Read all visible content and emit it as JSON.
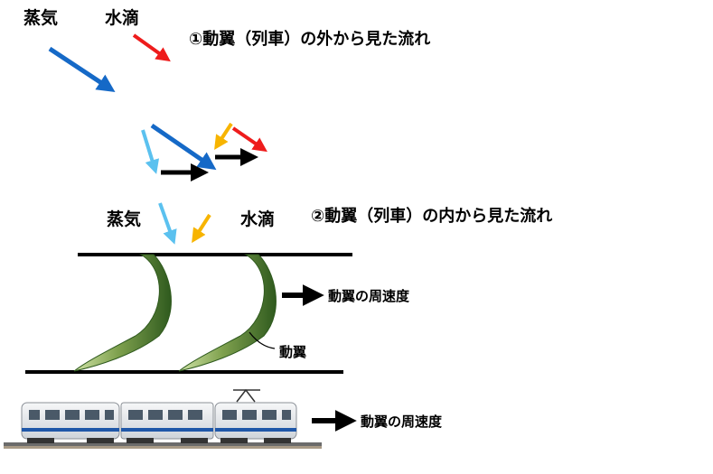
{
  "labels": {
    "steam_top": "蒸気",
    "droplet_top": "水滴",
    "title_outside": "①動翼（列車）の外から見た流れ",
    "steam_bottom": "蒸気",
    "droplet_bottom": "水滴",
    "title_inside": "②動翼（列車）の内から見た流れ",
    "blade_speed_upper": "動翼の周速度",
    "blade_label": "動翼",
    "blade_speed_lower": "動翼の周速度"
  },
  "colors": {
    "steam_arrow": "#1569c7",
    "droplet_arrow": "#ee1c1c",
    "relative_steam_arrow": "#5bc1ef",
    "relative_droplet_arrow": "#f7b400",
    "velocity_arrow": "#000000",
    "blade_light": "#cfe3a6",
    "blade_mid": "#7fa14e",
    "blade_dark": "#2f5a1e",
    "train_body": "#e9ecef",
    "train_stripe": "#1f57a8"
  },
  "icons": [
    "arrow-right-icon",
    "train-icon",
    "turbine-blade-icon"
  ]
}
